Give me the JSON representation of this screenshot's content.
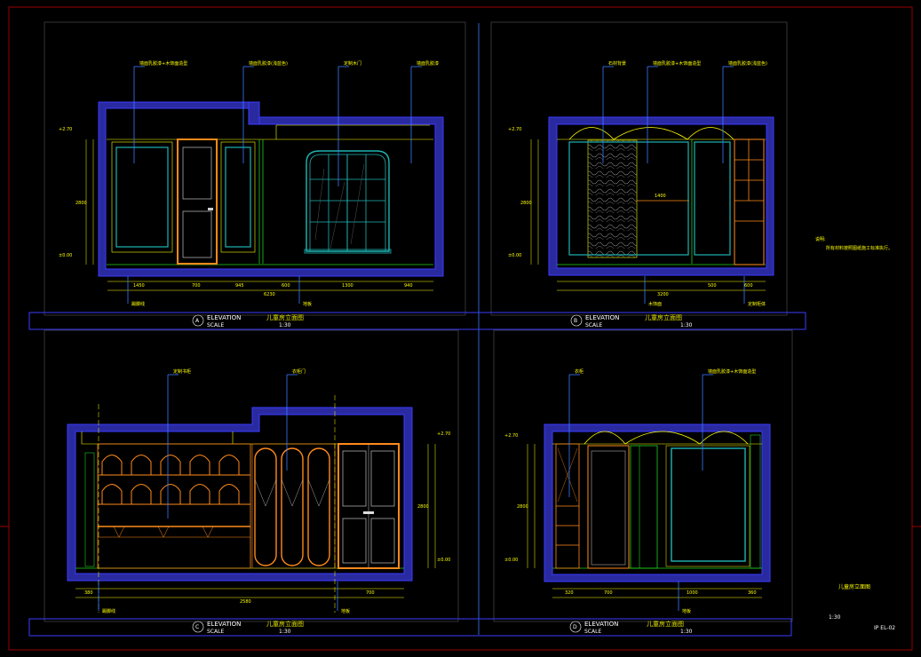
{
  "drawing": {
    "colors": {
      "background": "#000000",
      "wall_fill": "#2a2aa0",
      "wall_outline": "#3b3bff",
      "cabinet": "#ff8a1a",
      "glass_frame": "#1fb5b5",
      "dimension": "#ffff00",
      "leader": "#3a7bff",
      "inner_line": "#1fd11f",
      "hatch": "#bfbfbf"
    },
    "notes": {
      "general_label": "说明:",
      "general_text": "所有材料按照图纸施工标准执行。",
      "sheet_caption": "儿童房立面图",
      "sheet_scale": "1:30",
      "sheet_number": "IP EL-02"
    },
    "panels": [
      {
        "id": "A",
        "elevation": "ELEVATION",
        "name": "儿童房立面图",
        "scale_word": "SCALE",
        "scale": "1:30",
        "marker": "A",
        "height_dim": "2800",
        "level_top": "+2.70",
        "level_bottom": "±0.00",
        "dims": [
          "1450",
          "700",
          "945",
          "600",
          "1300",
          "940"
        ],
        "total": "6230",
        "callouts": [
          "墙面乳胶漆+木饰面造型",
          "墙面乳胶漆(浅蓝色)",
          "定制木门",
          "墙面乳胶漆"
        ],
        "bottom_callouts": [
          "踢脚线",
          "地板"
        ]
      },
      {
        "id": "B",
        "elevation": "ELEVATION",
        "name": "儿童房立面图",
        "scale_word": "SCALE",
        "scale": "1:30",
        "marker": "B",
        "height_dim": "2800",
        "level_top": "+2.70",
        "level_bottom": "±0.00",
        "dims": [
          "3200",
          "500",
          "600"
        ],
        "center_dim": "1400",
        "callouts": [
          "石材背景",
          "墙面乳胶漆+木饰面造型",
          "墙面乳胶漆(浅蓝色)"
        ],
        "bottom_callouts": [
          "木饰面",
          "定制柜体"
        ]
      },
      {
        "id": "C",
        "elevation": "ELEVATION",
        "name": "儿童房立面图",
        "scale_word": "SCALE",
        "scale": "1:30",
        "marker": "C",
        "height_dim": "2800",
        "level_top": "+2.70",
        "level_bottom": "±0.00",
        "dims": [
          "380",
          "2580",
          "700"
        ],
        "callouts": [
          "定制书柜",
          "衣柜门"
        ],
        "bottom_callouts": [
          "踢脚线",
          "地板"
        ]
      },
      {
        "id": "D",
        "elevation": "ELEVATION",
        "name": "儿童房立面图",
        "scale_word": "SCALE",
        "scale": "1:30",
        "marker": "D",
        "height_dim": "2800",
        "level_top": "+2.70",
        "level_bottom": "±0.00",
        "dims": [
          "320",
          "700",
          "1000",
          "360"
        ],
        "callouts": [
          "衣柜",
          "墙面乳胶漆+木饰面造型"
        ],
        "bottom_callouts": [
          "地板"
        ]
      }
    ]
  }
}
